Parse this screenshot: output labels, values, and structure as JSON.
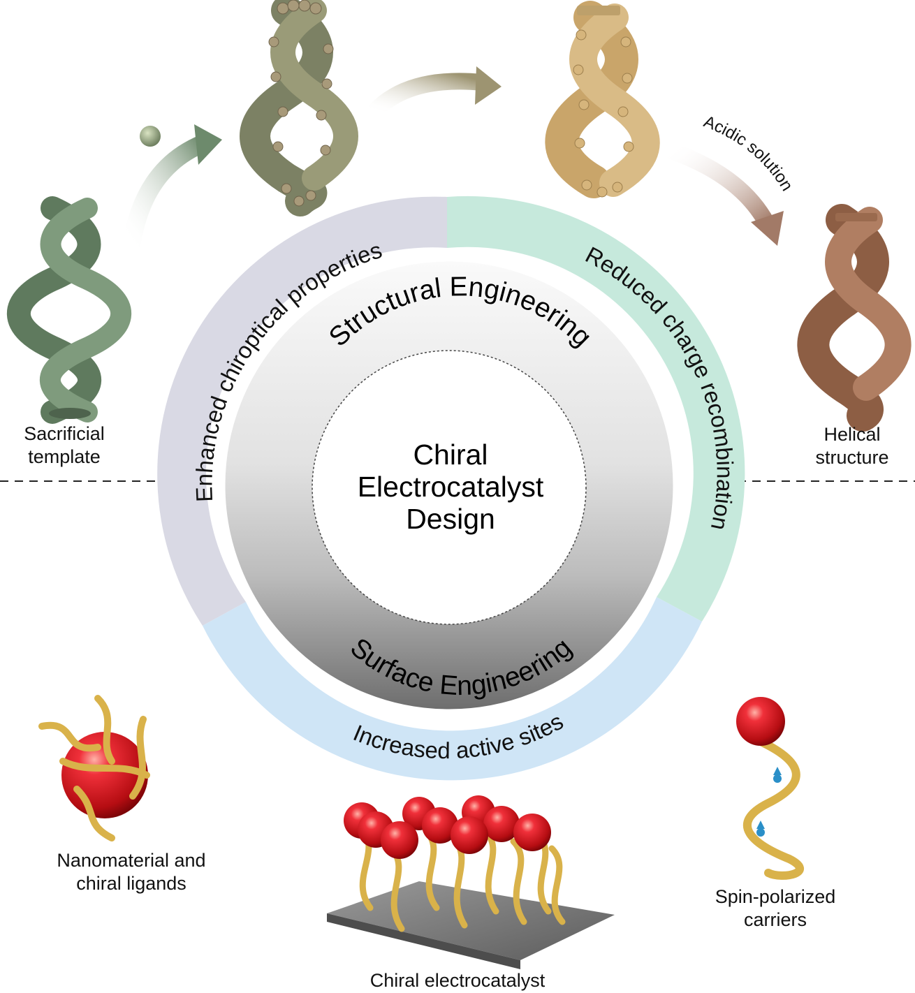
{
  "diagram": {
    "center_title_lines": [
      "Chiral",
      "Electrocatalyst",
      "Design"
    ],
    "inner_ring": {
      "top_label": "Structural Engineering",
      "bottom_label": "Surface Engineering"
    },
    "outer_ring": {
      "left_label": "Enhanced chiroptical properties",
      "right_label": "Reduced charge recombination",
      "bottom_label": "Increased active sites",
      "colors": {
        "left": "#d9d9e4",
        "right": "#c6e9dc",
        "bottom": "#cfe5f6"
      }
    },
    "arrow_labels": {
      "acidic": "Acidic solution"
    },
    "stages": {
      "sacrificial_template": [
        "Sacrificial",
        "template"
      ],
      "helical_structure": [
        "Helical",
        "structure"
      ],
      "nanomaterial_ligands": [
        "Nanomaterial and",
        "chiral ligands"
      ],
      "chiral_electrocatalyst": [
        "Chiral electrocatalyst"
      ],
      "spin_polarized": [
        "Spin-polarized",
        "carriers"
      ]
    },
    "colors": {
      "template_green": "#6d8a6c",
      "coated_green": "#8b8a62",
      "gold_particles": "#c9a56a",
      "copper_helix": "#9a6a4e",
      "ligand_gold": "#d9b24a",
      "sphere_red": "#d8141a",
      "spin_arrow": "#2a8fc8"
    }
  }
}
